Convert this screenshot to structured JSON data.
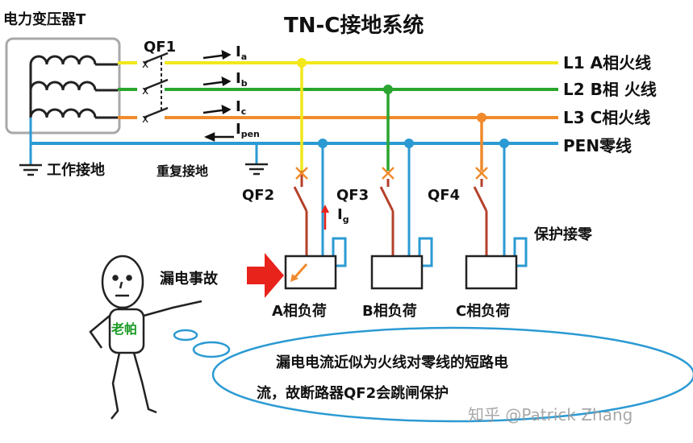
{
  "title": "TN-C接地系统",
  "transformer_label": "电力变压器T",
  "breaker_main": "QF1",
  "currents": {
    "ia": {
      "main": "I",
      "sub": "a"
    },
    "ib": {
      "main": "I",
      "sub": "b"
    },
    "ic": {
      "main": "I",
      "sub": "c"
    },
    "ipen": {
      "main": "I",
      "sub": "pen"
    },
    "ig": {
      "main": "I",
      "sub": "g"
    }
  },
  "breaker_marks": [
    "x",
    "x",
    "x"
  ],
  "lines": [
    {
      "id": "L1",
      "label": "L1  A相火线",
      "color": "#f2e71a"
    },
    {
      "id": "L2",
      "label": "L2  B相 火线",
      "color": "#2aa52f"
    },
    {
      "id": "L3",
      "label": "L3  C相火线",
      "color": "#f08a2c"
    },
    {
      "id": "PEN",
      "label": "PEN零线",
      "color": "#2b9ad3"
    }
  ],
  "ground_work": "工作接地",
  "ground_repeat": "重复接地",
  "branch_breakers": [
    "QF2",
    "QF3",
    "QF4"
  ],
  "loads": [
    "A相负荷",
    "B相负荷",
    "C相负荷"
  ],
  "protective_zeroing": "保护接零",
  "fault_label": "漏电事故",
  "person_label": "老帕",
  "bubble_text": {
    "line1": "漏电电流近似为火线对零线的短路电",
    "line2": "流，故断路器QF2会跳闸保护"
  },
  "watermark": "知乎 @Patrick Zhang",
  "colors": {
    "wire_red": "#b5402a",
    "arrow_red": "#e8231c",
    "bubble_stroke": "#2b9ad3",
    "transformer_frame": "#a8a8a8"
  }
}
